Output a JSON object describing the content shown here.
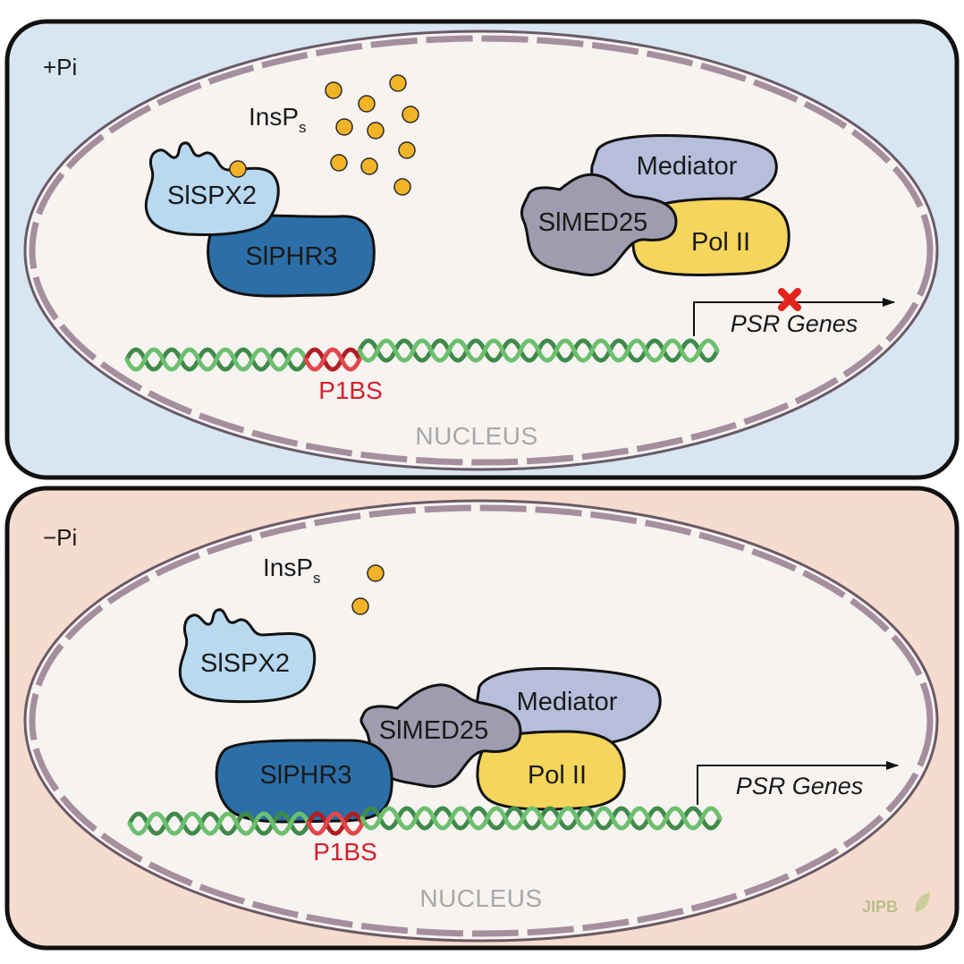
{
  "colors": {
    "panel_top_bg": "#d8e6f2",
    "panel_bottom_bg": "#f6dccf",
    "nucleus_fill": "#f6f3f1",
    "membrane": "#a58f9c",
    "insp": "#f2b327",
    "spx": "#b9d9f0",
    "phr": "#2c6fa8",
    "med25": "#9e9cae",
    "mediator": "#b6bedb",
    "pol2": "#f6d55c",
    "dna": "#4c9a56",
    "p1bs": "#d3212a",
    "blocked_x": "#e2231a",
    "watermark": "#b7c08a"
  },
  "panels": [
    {
      "id": "plus_pi",
      "condition": "+Pi",
      "insp_label": "InsP",
      "insp_sub": "s",
      "spx_label": "SlSPX2",
      "phr_label": "SlPHR3",
      "med25_label": "SlMED25",
      "mediator_label": "Mediator",
      "pol2_label": "Pol II",
      "p1bs_label": "P1BS",
      "gene_label": "PSR Genes",
      "nucleus_label": "NUCLEUS",
      "transcription_blocked": true,
      "insp_count": 10
    },
    {
      "id": "minus_pi",
      "condition": "−Pi",
      "insp_label": "InsP",
      "insp_sub": "s",
      "spx_label": "SlSPX2",
      "phr_label": "SlPHR3",
      "med25_label": "SlMED25",
      "mediator_label": "Mediator",
      "pol2_label": "Pol II",
      "p1bs_label": "P1BS",
      "gene_label": "PSR Genes",
      "nucleus_label": "NUCLEUS",
      "transcription_blocked": false,
      "insp_count": 2
    }
  ],
  "watermark": "JIPB"
}
